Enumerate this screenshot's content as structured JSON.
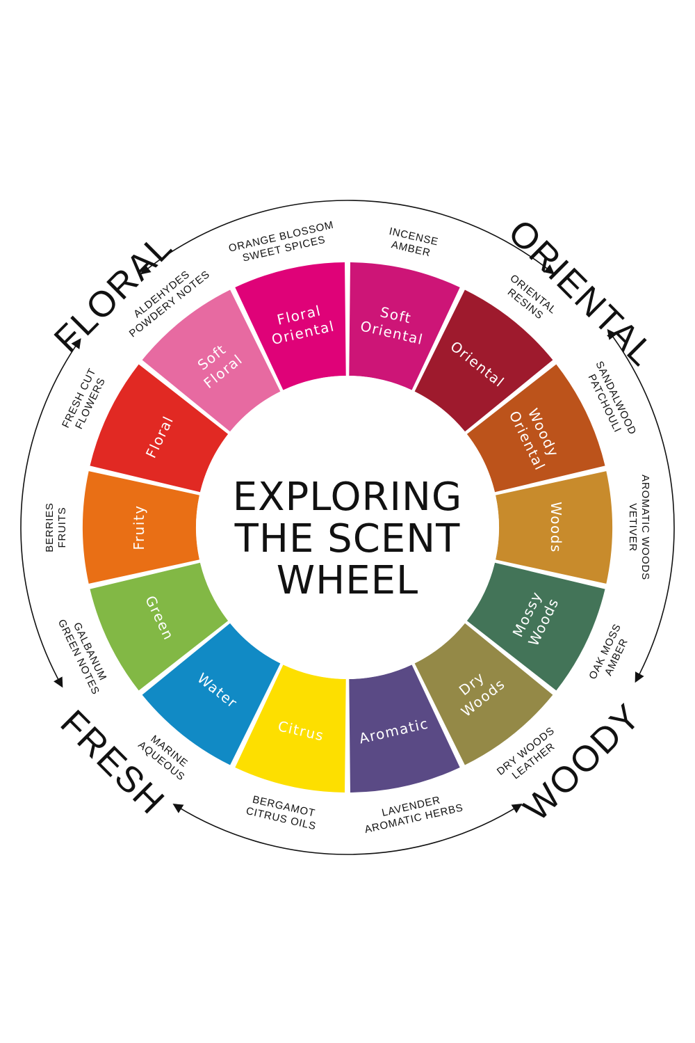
{
  "title_lines": [
    "EXPLORING",
    "THE SCENT",
    "WHEEL"
  ],
  "families": [
    {
      "name": "FLORAL"
    },
    {
      "name": "ORIENTAL"
    },
    {
      "name": "WOODY"
    },
    {
      "name": "FRESH"
    }
  ],
  "segments": [
    {
      "label": [
        "Soft",
        "Oriental"
      ],
      "color": "#cd1577",
      "notes": [
        "INCENSE",
        "AMBER"
      ]
    },
    {
      "label": [
        "Oriental"
      ],
      "color": "#9e1a2d",
      "notes": [
        "ORIENTAL",
        "RESINS"
      ]
    },
    {
      "label": [
        "Woody",
        "Oriental"
      ],
      "color": "#bc531b",
      "notes": [
        "SANDALWOOD",
        "PATCHOULI"
      ]
    },
    {
      "label": [
        "Woods"
      ],
      "color": "#c88b2c",
      "notes": [
        "AROMATIC WOODS",
        "VETIVER"
      ]
    },
    {
      "label": [
        "Mossy",
        "Woods"
      ],
      "color": "#437458",
      "notes": [
        "OAK MOSS",
        "AMBER"
      ]
    },
    {
      "label": [
        "Dry",
        "Woods"
      ],
      "color": "#948947",
      "notes": [
        "DRY WOODS",
        "LEATHER"
      ]
    },
    {
      "label": [
        "Aromatic"
      ],
      "color": "#5a4a85",
      "notes": [
        "LAVENDER",
        "AROMATIC HERBS"
      ]
    },
    {
      "label": [
        "Citrus"
      ],
      "color": "#fddf00",
      "notes": [
        "BERGAMOT",
        "CITRUS OILS"
      ]
    },
    {
      "label": [
        "Water"
      ],
      "color": "#118ac5",
      "notes": [
        "MARINE",
        "AQUEOUS"
      ]
    },
    {
      "label": [
        "Green"
      ],
      "color": "#82b845",
      "notes": [
        "GALBANUM",
        "GREEN NOTES"
      ]
    },
    {
      "label": [
        "Fruity"
      ],
      "color": "#e96f15",
      "notes": [
        "BERRIES",
        "FRUITS"
      ]
    },
    {
      "label": [
        "Floral"
      ],
      "color": "#e12923",
      "notes": [
        "FRESH CUT",
        "FLOWERS"
      ]
    },
    {
      "label": [
        "Soft",
        "Floral"
      ],
      "color": "#e76aa1",
      "notes": [
        "ALDEHYDES",
        "POWDERY NOTES"
      ]
    },
    {
      "label": [
        "Floral",
        "Oriental"
      ],
      "color": "#df0278",
      "notes": [
        "ORANGE BLOSSOM",
        "SWEET SPICES"
      ]
    }
  ]
}
